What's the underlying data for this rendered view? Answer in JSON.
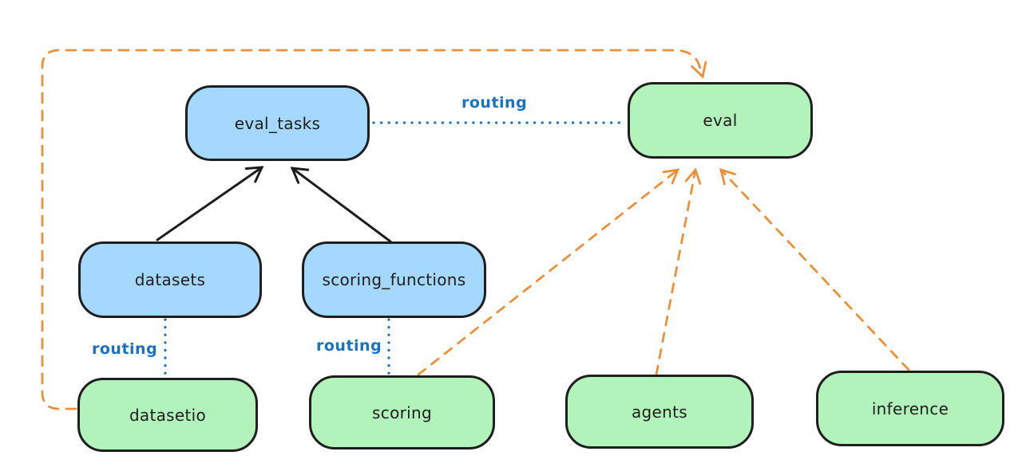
{
  "canvas": {
    "background": "#ffffff"
  },
  "diagram": {
    "nodes": [
      {
        "id": "eval_tasks",
        "label": "eval_tasks",
        "fill": "#a5d8ff"
      },
      {
        "id": "eval",
        "label": "eval",
        "fill": "#b2f2bb"
      },
      {
        "id": "datasets",
        "label": "datasets",
        "fill": "#a5d8ff"
      },
      {
        "id": "scoring_functions",
        "label": "scoring_functions",
        "fill": "#a5d8ff"
      },
      {
        "id": "datasetio",
        "label": "datasetio",
        "fill": "#b2f2bb"
      },
      {
        "id": "scoring",
        "label": "scoring",
        "fill": "#b2f2bb"
      },
      {
        "id": "agents",
        "label": "agents",
        "fill": "#b2f2bb"
      },
      {
        "id": "inference",
        "label": "inference",
        "fill": "#b2f2bb"
      }
    ],
    "edges": [
      {
        "from": "datasets",
        "to": "eval_tasks",
        "style": "solid-arrow",
        "color": "#1e1e1e"
      },
      {
        "from": "scoring_functions",
        "to": "eval_tasks",
        "style": "solid-arrow",
        "color": "#1e1e1e"
      },
      {
        "from": "eval_tasks",
        "to": "eval",
        "style": "dotted",
        "color": "#1971c2",
        "label": "routing"
      },
      {
        "from": "datasets",
        "to": "datasetio",
        "style": "dotted",
        "color": "#1971c2",
        "label": "routing"
      },
      {
        "from": "scoring_functions",
        "to": "scoring",
        "style": "dotted",
        "color": "#1971c2",
        "label": "routing"
      },
      {
        "from": "datasetio",
        "to": "eval",
        "style": "dashed-arrow",
        "color": "#e8913a"
      },
      {
        "from": "scoring",
        "to": "eval",
        "style": "dashed-arrow",
        "color": "#e8913a"
      },
      {
        "from": "agents",
        "to": "eval",
        "style": "dashed-arrow",
        "color": "#e8913a"
      },
      {
        "from": "inference",
        "to": "eval",
        "style": "dashed-arrow",
        "color": "#e8913a"
      }
    ]
  }
}
